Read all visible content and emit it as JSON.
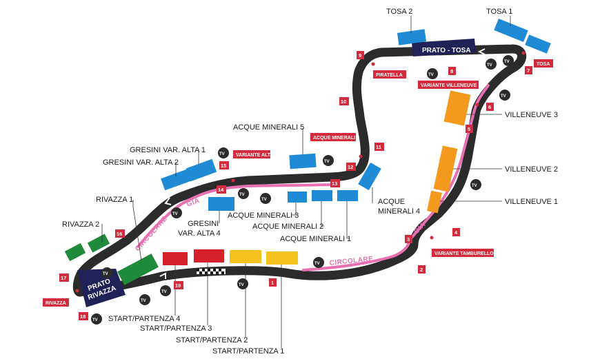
{
  "colors": {
    "track": "#2b2b2b",
    "pink": "#e86fb0",
    "red_tag": "#d32b3c",
    "blue_stand": "#1f8ad6",
    "orange_stand": "#f39a1e",
    "green_stand": "#1e8a3a",
    "red_stand": "#d6212a",
    "yellow_stand": "#f3c21c",
    "navy": "#1f2257"
  },
  "stands": {
    "tosa_1": "TOSA 1",
    "tosa_2": "TOSA 2",
    "villeneuve_3": "VILLENEUVE 3",
    "villeneuve_2": "VILLENEUVE 2",
    "villeneuve_1": "VILLENEUVE 1",
    "acque_minerali_5": "ACQUE MINERALI 5",
    "acque_minerali_4": [
      "ACQUE",
      "MINERALI 4"
    ],
    "acque_minerali_3": "ACQUE MINERALI 3",
    "acque_minerali_2": "ACQUE MINERALI 2",
    "acque_minerali_1": "ACQUE MINERALI 1",
    "gresini_alta_1": "GRESINI VAR. ALTA 1",
    "gresini_alta_2": "GRESINI VAR. ALTA 2",
    "gresini_alta_4": [
      "GRESINI",
      "VAR. ALTA 4"
    ],
    "rivazza_1": "RIVAZZA 1",
    "rivazza_2": "RIVAZZA 2",
    "start_1": "START/PARTENZA 1",
    "start_2": "START/PARTENZA 2",
    "start_3": "START/PARTENZA 3",
    "start_4": "START/PARTENZA 4"
  },
  "areas": {
    "prato_tosa": "PRATO - TOSA",
    "prato_rivazza": [
      "PRATO",
      "RIVAZZA"
    ]
  },
  "corners": {
    "tosa": "TOSA",
    "piratella": "PIRATELLA",
    "variante_villeneuve": "VARIANTE VILLENEUVE",
    "acque_minerali": "ACQUE MINERALI",
    "variante_alta": "VARIANTE ALTA",
    "variante_tamburello": "VARIANTE TAMBURELLO",
    "rivazza": "RIVAZZA"
  },
  "turns": [
    "1",
    "2",
    "3",
    "4",
    "5",
    "6",
    "7",
    "8",
    "9",
    "10",
    "11",
    "12",
    "13",
    "14",
    "15",
    "16",
    "17",
    "18",
    "19"
  ],
  "circolare_label": "CIRCOLARE",
  "gia_label": "GIA",
  "tv_label": "TV"
}
